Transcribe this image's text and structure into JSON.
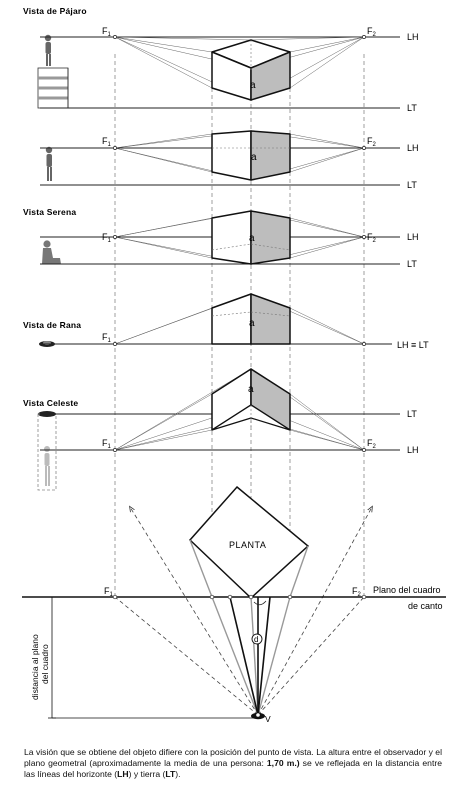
{
  "sections": [
    {
      "title": "Vista de Pájaro",
      "f_left": "F",
      "f_right": "F",
      "sub_left": "1",
      "sub_right": "2",
      "lh": "LH",
      "lt": "LT",
      "face": "a"
    },
    {
      "title": "",
      "f_left": "F",
      "f_right": "F",
      "sub_left": "1",
      "sub_right": "2",
      "lh": "LH",
      "lt": "LT",
      "face": "a"
    },
    {
      "title": "Vista Serena",
      "f_left": "F",
      "f_right": "F",
      "sub_left": "1",
      "sub_right": "2",
      "lh": "LH",
      "lt": "LT",
      "face": "a"
    },
    {
      "title": "Vista de Rana",
      "f_left": "F",
      "f_right": "",
      "sub_left": "1",
      "sub_right": "",
      "lh_lt": "LH ≡ LT",
      "face": "a"
    },
    {
      "title": "Vista Celeste",
      "f_left": "F",
      "f_right": "F",
      "sub_left": "1",
      "sub_right": "2",
      "lh": "LH",
      "lt": "LT",
      "face": "a"
    }
  ],
  "plan": {
    "label": "PLANTA",
    "f_left": "F",
    "sub_left": "1",
    "f_right": "F",
    "sub_right": "2",
    "picture_plane_1": "Plano del cuadro",
    "picture_plane_2": "de canto",
    "distance_label_1": "distancia al plano",
    "distance_label_2": "del cuadro",
    "d": "d",
    "v": "V"
  },
  "caption": {
    "p1": "La visión que se obtiene del objeto difiere con la posición del punto de vista. La altura entre el observador y el plano geometral (aproximadamente la media de una persona: ",
    "b1": "1,70 m.)",
    "p2": " se ve reflejada en la distancia entre las líneas del horizonte (",
    "b2": "LH",
    "p3": ") y tierra (",
    "b3": "LT",
    "p4": ")."
  }
}
